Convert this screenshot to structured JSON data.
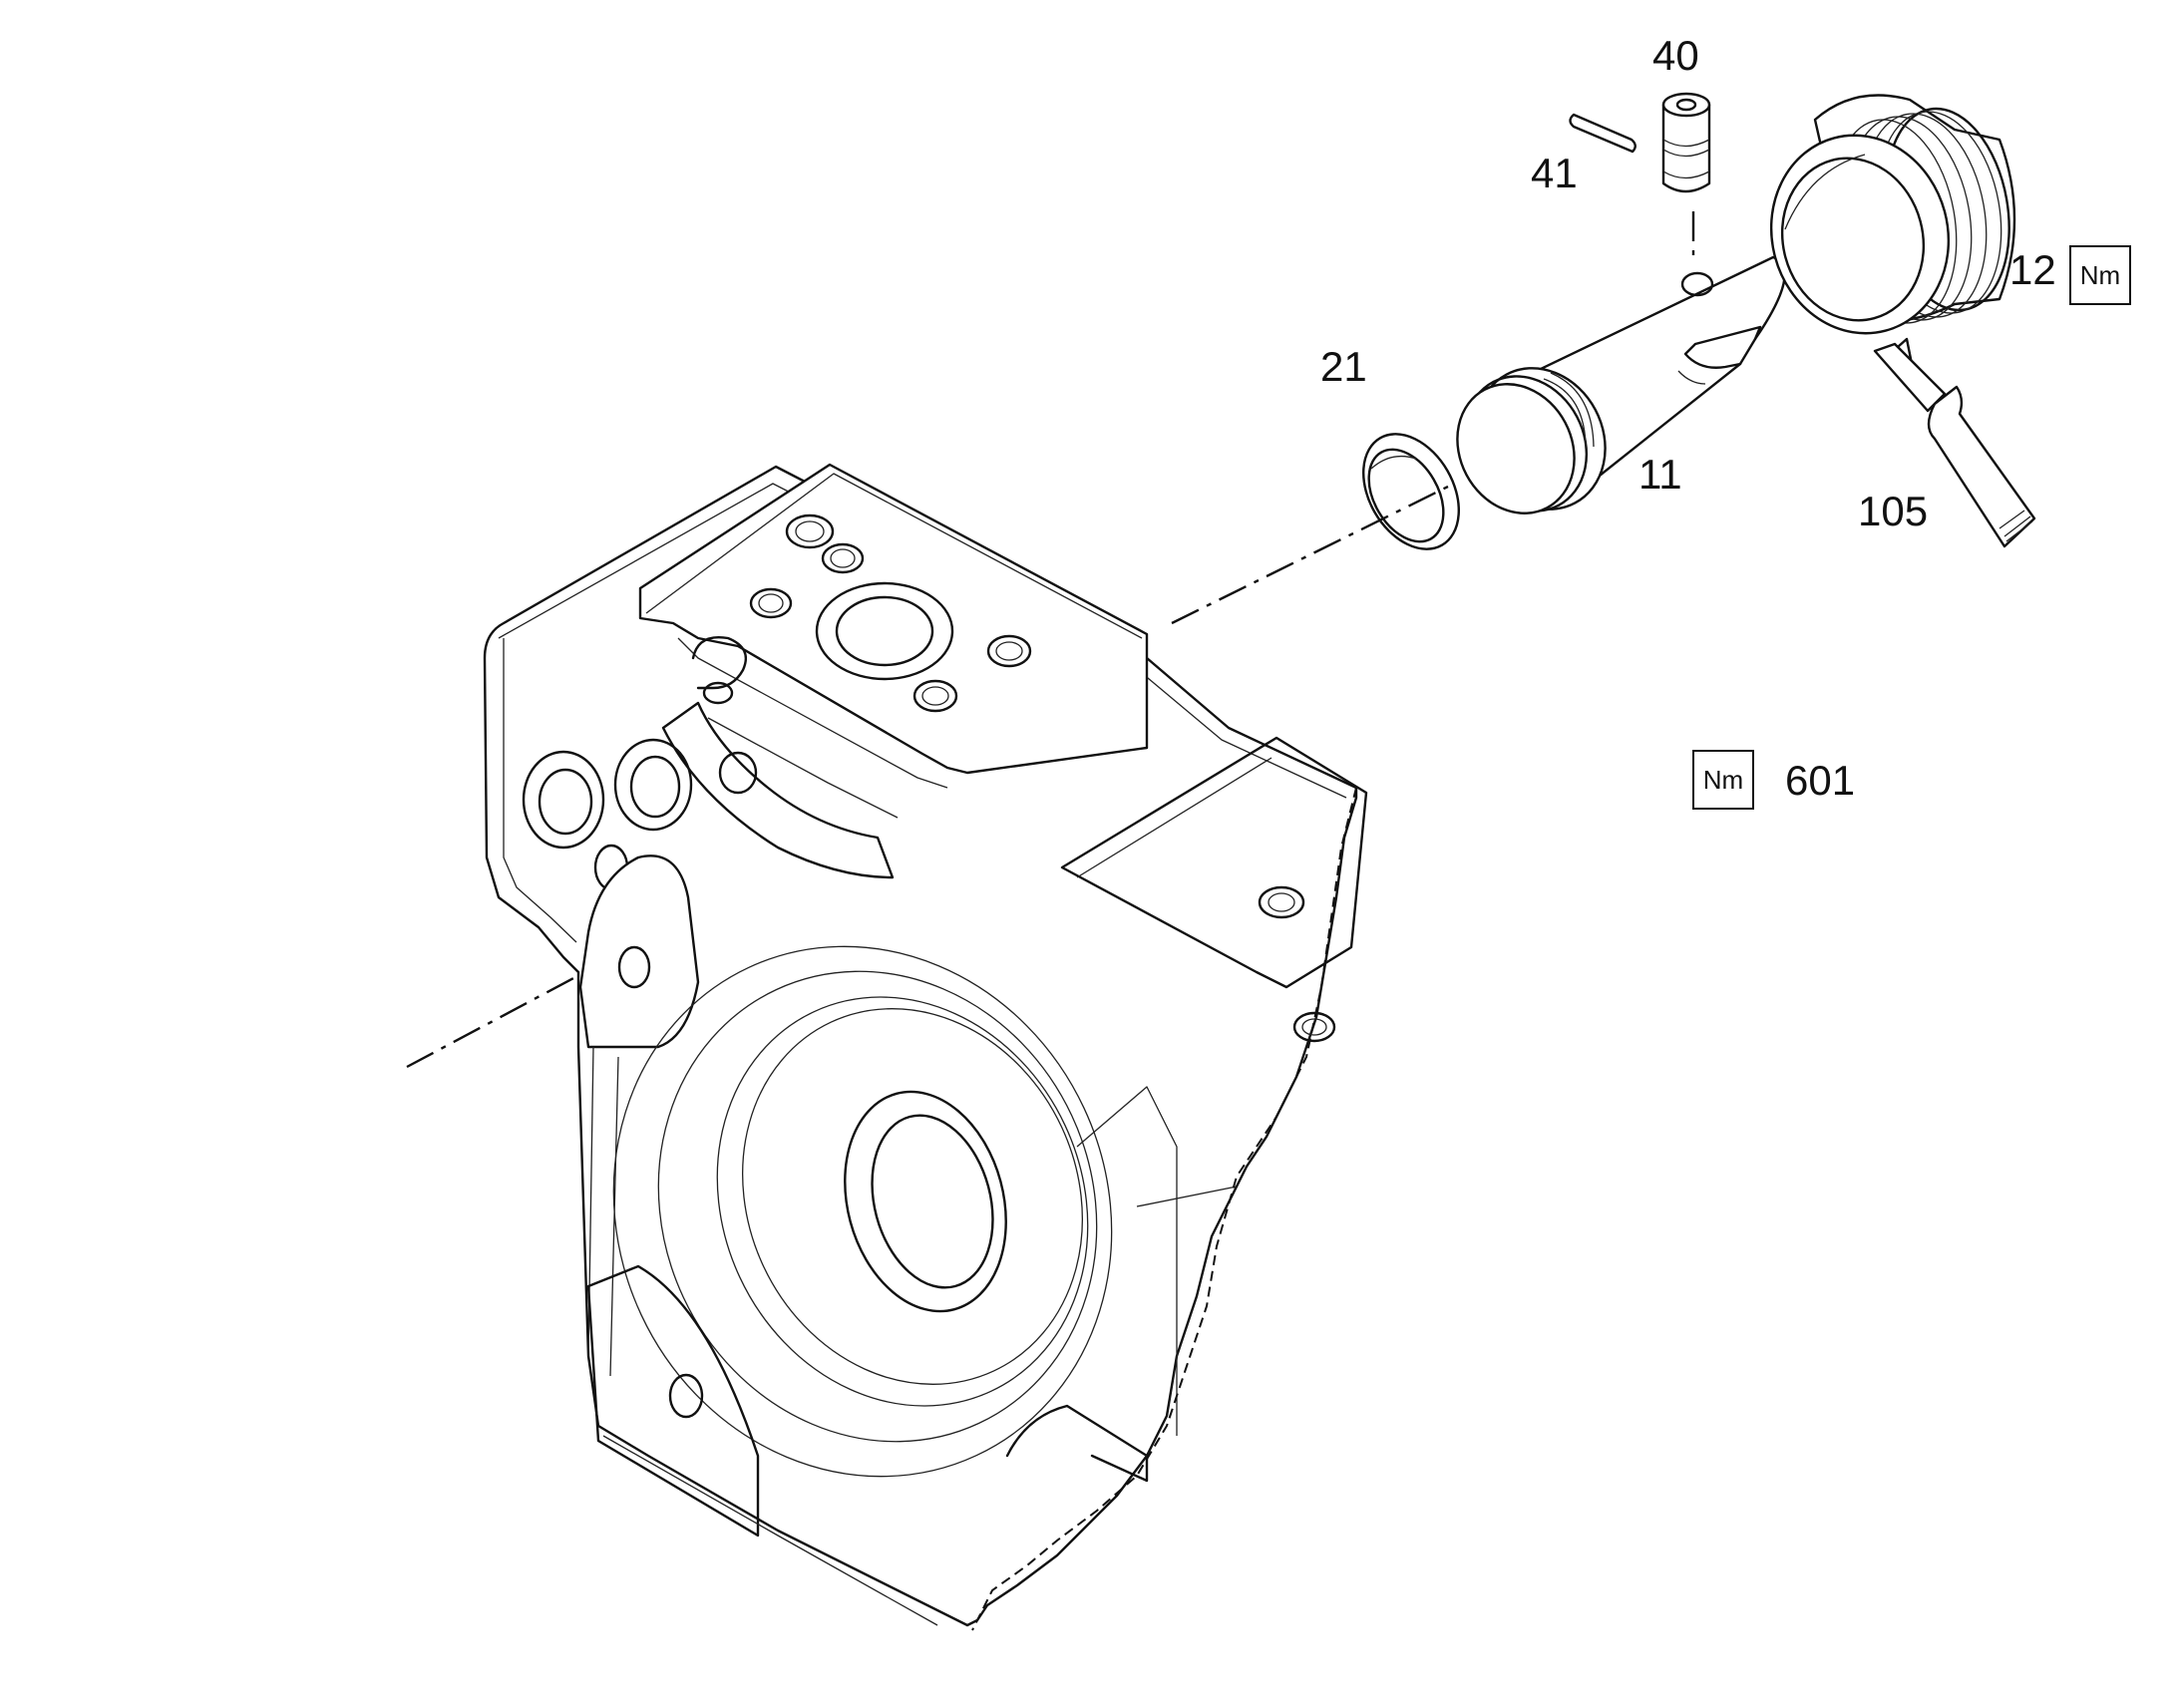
{
  "callouts": [
    {
      "id": "40",
      "text": "40"
    },
    {
      "id": "41",
      "text": "41"
    },
    {
      "id": "12",
      "text": "12"
    },
    {
      "id": "21",
      "text": "21"
    },
    {
      "id": "11",
      "text": "11"
    },
    {
      "id": "105",
      "text": "105"
    },
    {
      "id": "601",
      "text": "601"
    }
  ],
  "torque_symbol": "Nm"
}
